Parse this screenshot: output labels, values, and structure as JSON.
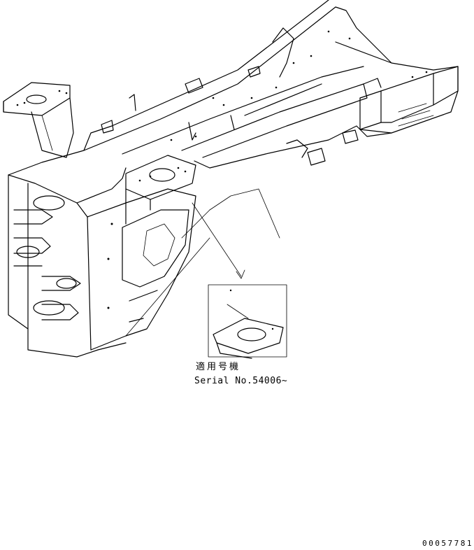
{
  "applicability": {
    "japanese_label": "適用号機",
    "serial_label": "Serial No.54006~"
  },
  "drawing_number": "00057781"
}
